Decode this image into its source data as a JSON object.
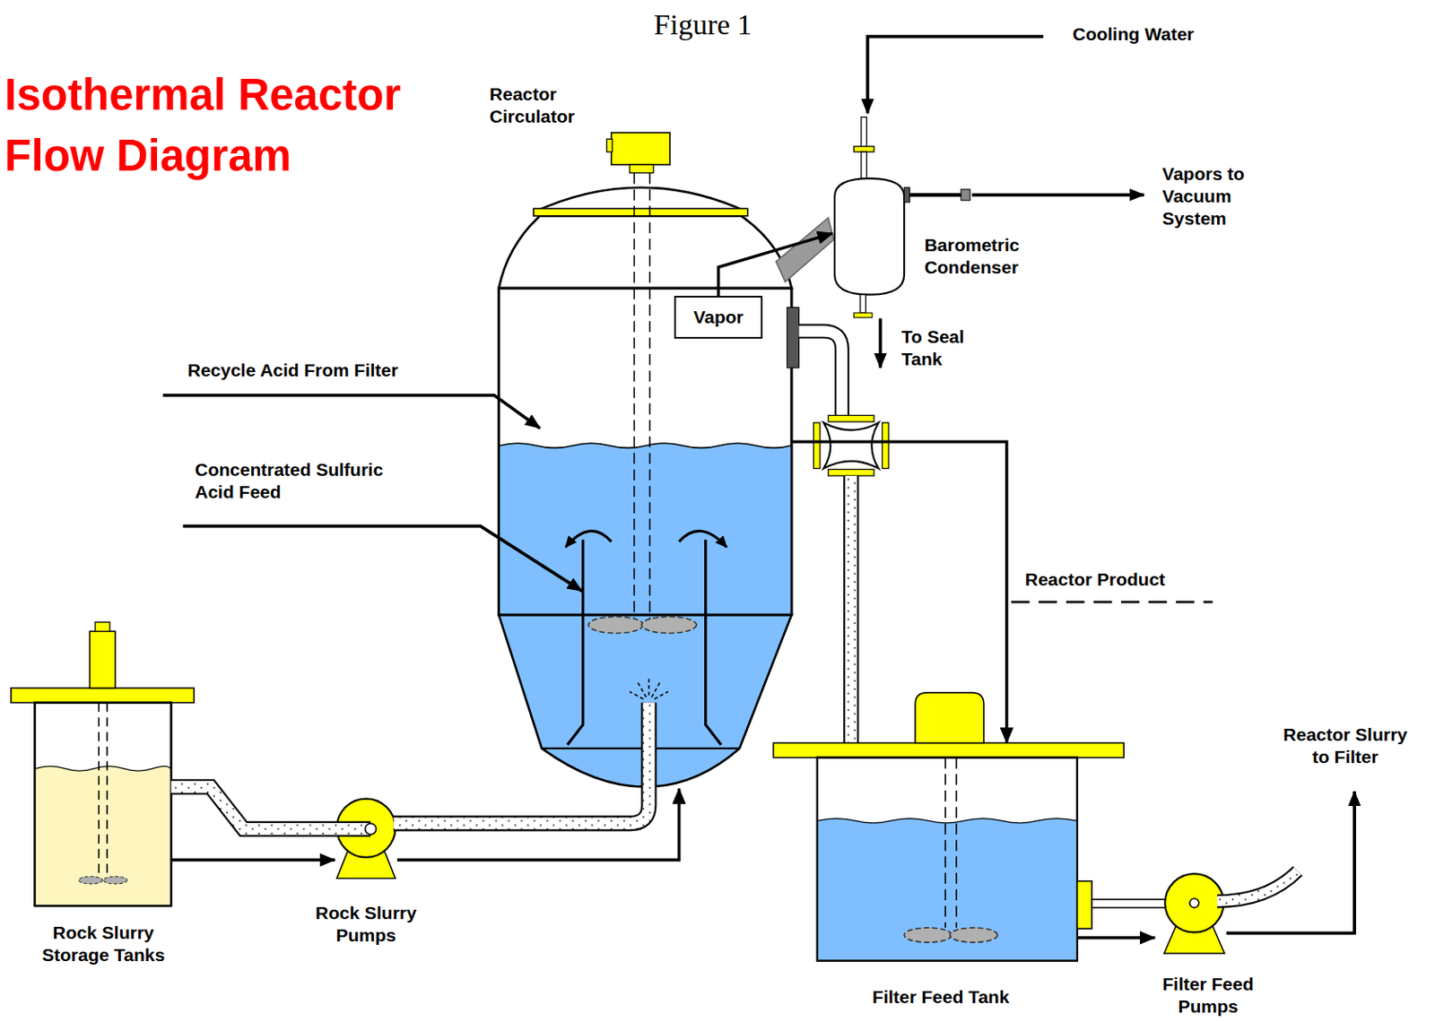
{
  "diagram": {
    "title": "Isothermal Reactor Flow Diagram",
    "nodes": [
      {
        "text": [
          "Reactor Circulator"
        ]
      },
      {
        "text": [
          "Vapor"
        ],
        "in": 0
      },
      {
        "text": [
          "Barometric Condenser"
        ]
      },
      {
        "text": [
          "Rock Slurry Storage Tanks"
        ]
      },
      {
        "text": [
          "Rock Slurry Pumps"
        ]
      },
      {
        "text": [
          "Filter Feed Tank"
        ]
      },
      {
        "text": [
          "Filter Feed Pumps"
        ]
      }
    ],
    "edges": [
      {
        "from": 3,
        "to": 4,
        "arrow": "to"
      },
      {
        "from": 4,
        "to": 0,
        "arrow": "to"
      },
      {
        "from": 1,
        "to": 2,
        "arrow": "to"
      },
      {
        "from": 0,
        "to": 5,
        "arrow": "to"
      },
      {
        "from": 5,
        "to": 6,
        "arrow": "to"
      }
    ],
    "labels": [
      "Figure 1",
      "Cooling Water",
      "Vapors to Vacuum System",
      "To Seal Tank",
      "Recycle Acid From Filter",
      "Concentrated Sulfuric Acid Feed",
      "Reactor Product",
      "Reactor Slurry to Filter"
    ]
  }
}
